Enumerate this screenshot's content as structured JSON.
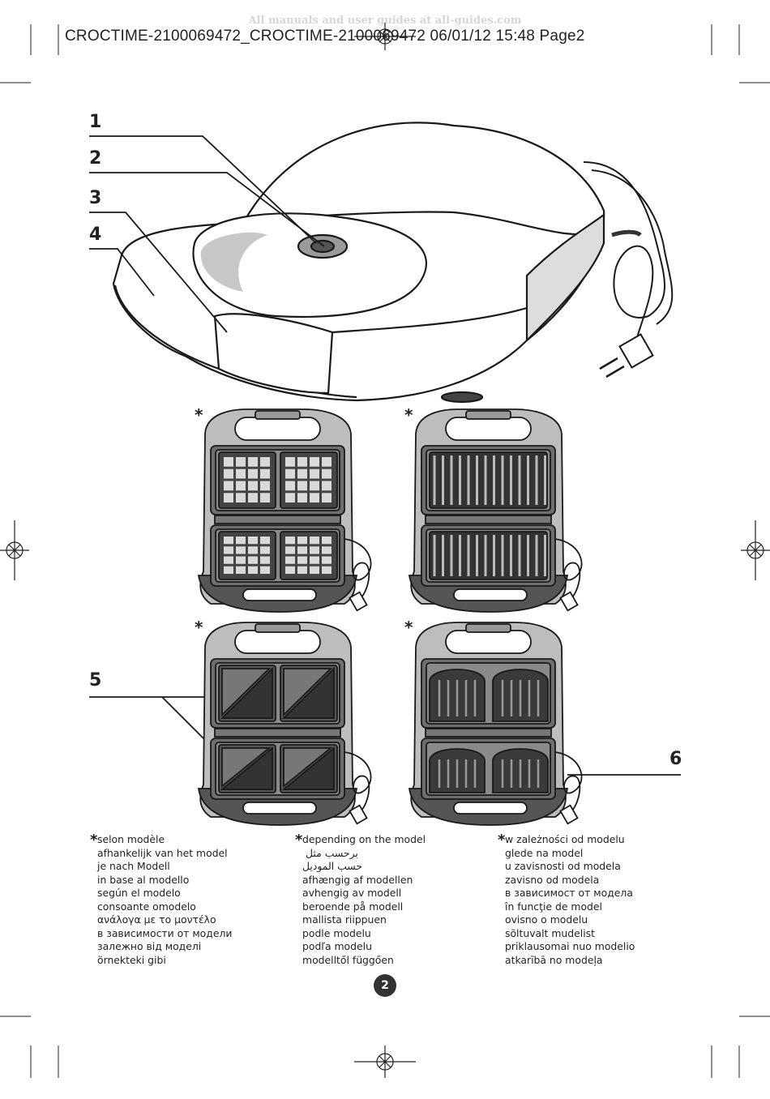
{
  "watermark": "All manuals and user guides at all-guides.com",
  "header": "CROCTIME-2100069472_CROCTIME-2100069472  06/01/12  15:48  Page2",
  "callouts": {
    "c1": "1",
    "c2": "2",
    "c3": "3",
    "c4": "4",
    "c5": "5",
    "c6": "6"
  },
  "model_marker": "*",
  "columns": {
    "left": [
      "selon modèle",
      "afhankelijk van het model",
      "je nach Modell",
      "in base al modello",
      "según el modelo",
      "consoante omodelo",
      "ανάλογα με το μοντέλο",
      "в зависимости от модели",
      "залежно від моделі",
      "örnekteki gibi"
    ],
    "middle": [
      "depending on the model",
      "برحسب مثل",
      "حسب الموديل",
      "afhængig af modellen",
      "avhengig av modell",
      "beroende på modell",
      "mallista riippuen",
      "podle modelu",
      "podľa modelu",
      "modelltől függően"
    ],
    "right": [
      "w zależności od modelu",
      "glede na model",
      "u zavisnosti od modela",
      "zavisno od modela",
      "в зависимост от модела",
      "în funcţie de model",
      "ovisno o modelu",
      "sõltuvalt mudelist",
      "priklausomai nuo modelio",
      "atkarībā no modeļa"
    ]
  },
  "page_number": "2"
}
